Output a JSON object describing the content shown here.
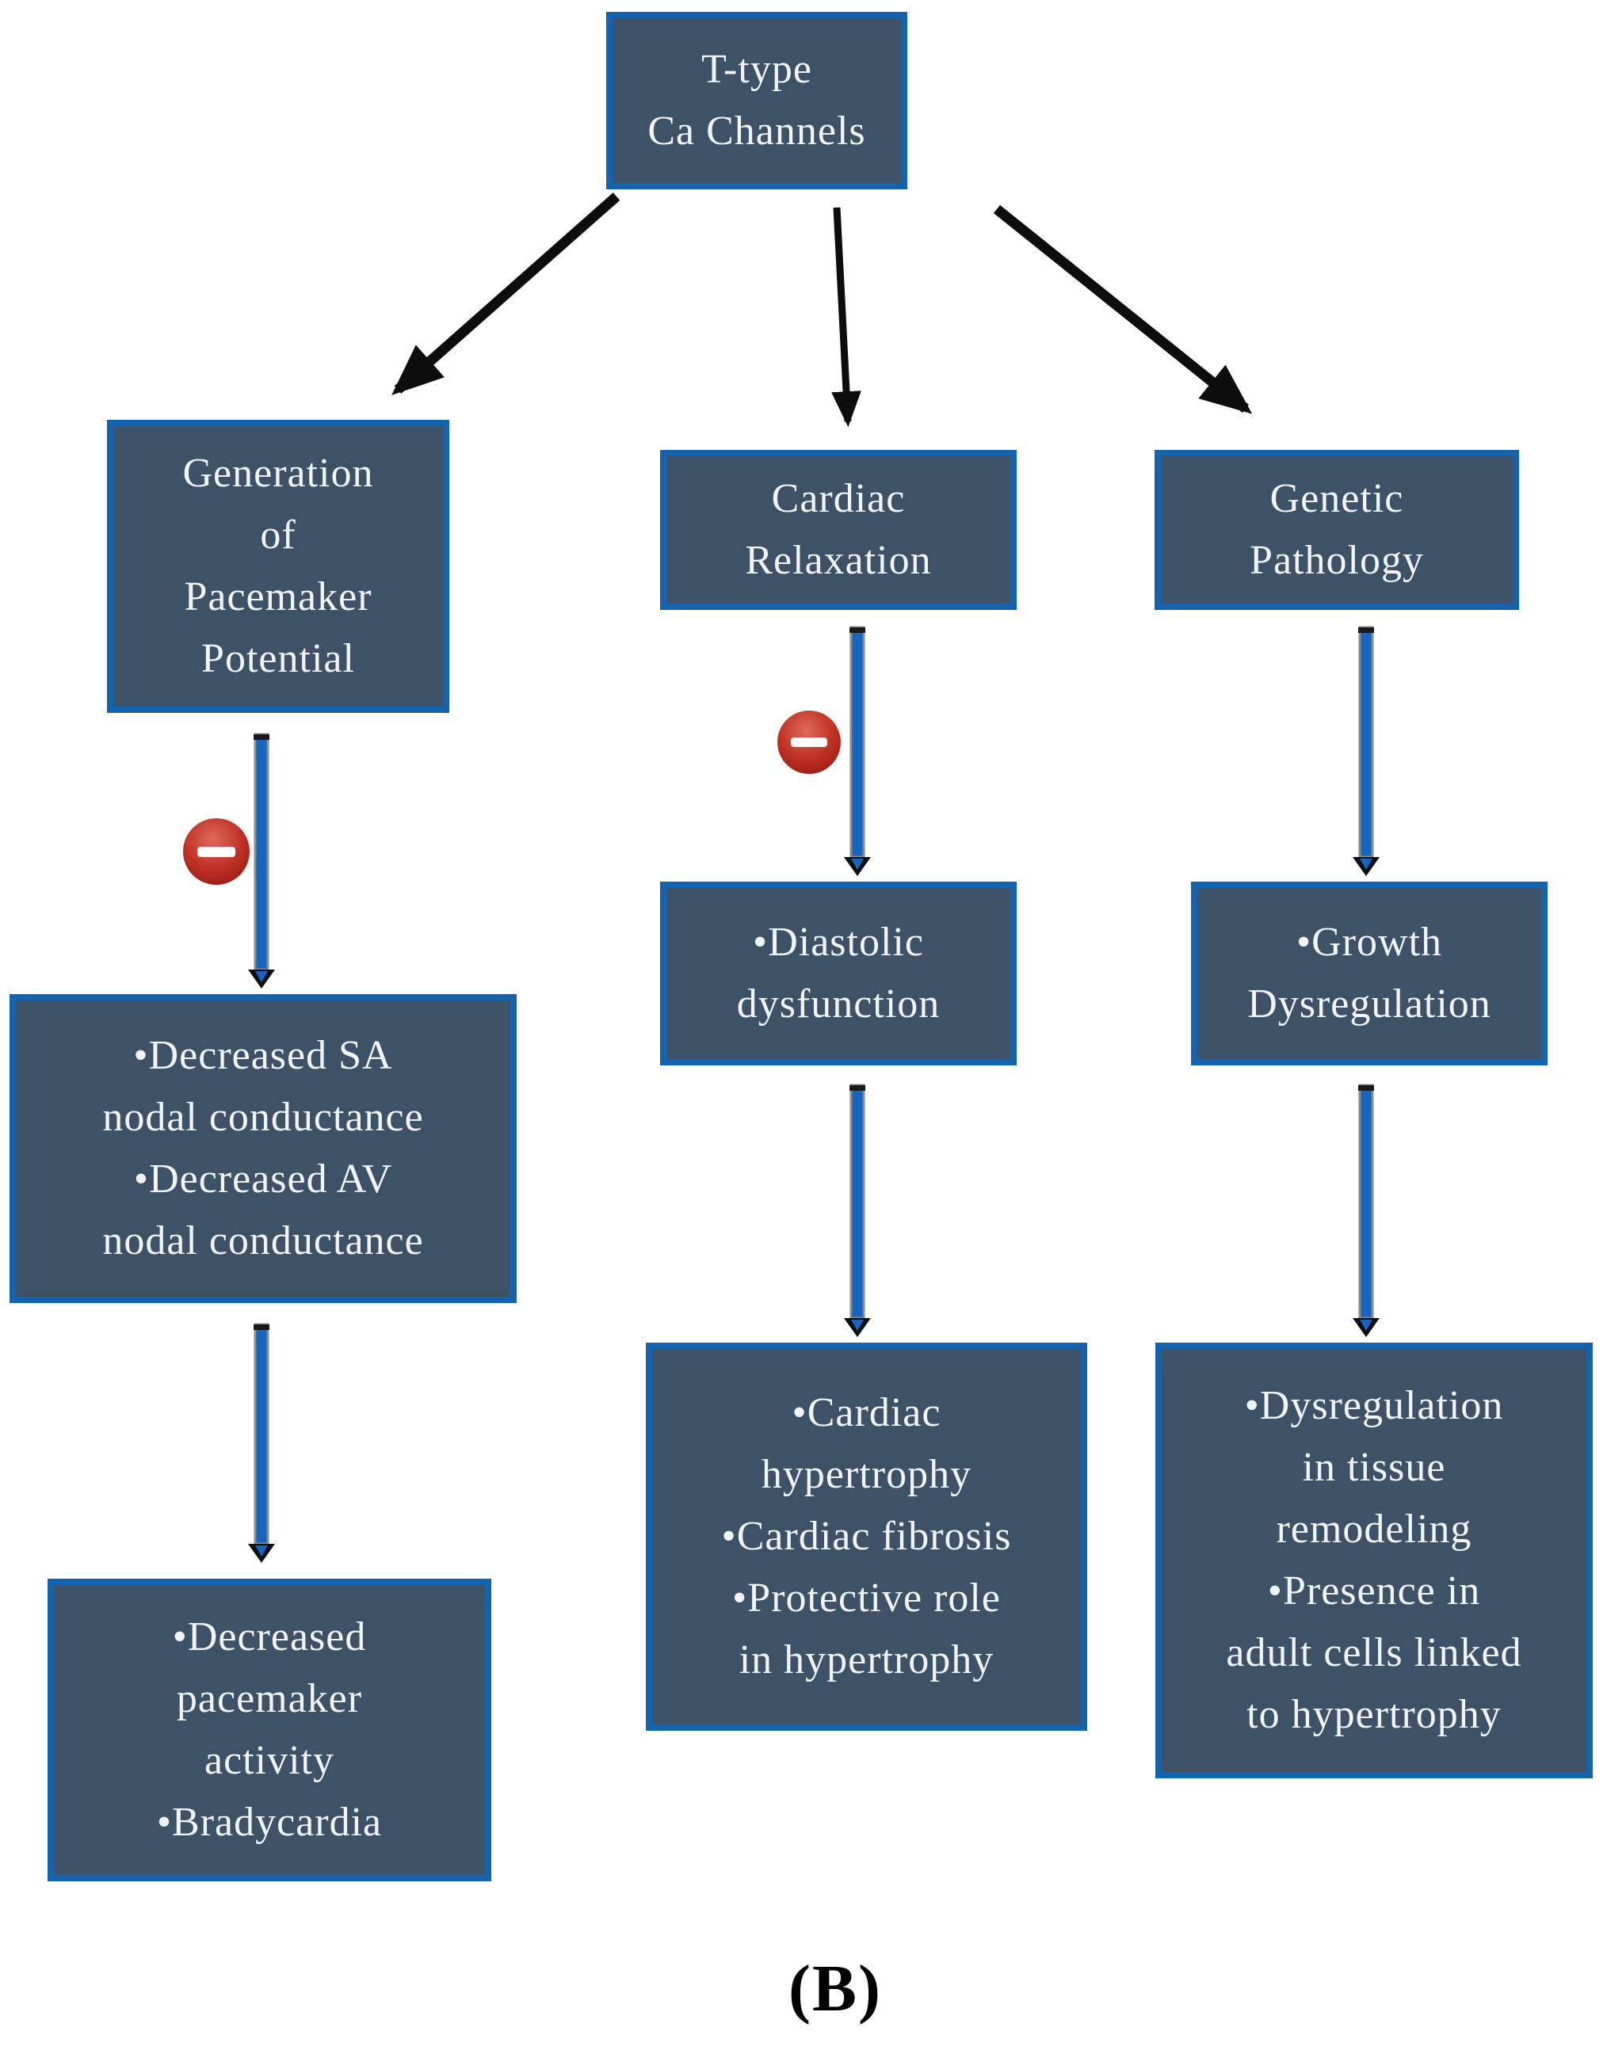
{
  "caption": "(B)",
  "root": {
    "lines": [
      "T-type",
      "Ca Channels"
    ]
  },
  "columns": [
    {
      "id": "pacemaker-potential",
      "header_lines": [
        "Generation",
        "of",
        "Pacemaker",
        "Potential"
      ],
      "inhibition_on_arrow": true,
      "mid_lines": [
        "•Decreased SA",
        "nodal conductance",
        "•Decreased AV",
        "nodal conductance"
      ],
      "outcome_lines": [
        "•Decreased",
        "pacemaker",
        "activity",
        "•Bradycardia"
      ]
    },
    {
      "id": "cardiac-relaxation",
      "header_lines": [
        "Cardiac",
        "Relaxation"
      ],
      "inhibition_on_arrow": true,
      "mid_lines": [
        "•Diastolic",
        "dysfunction"
      ],
      "outcome_lines": [
        "•Cardiac",
        "hypertrophy",
        "•Cardiac fibrosis",
        "•Protective role",
        "in hypertrophy"
      ]
    },
    {
      "id": "genetic-pathology",
      "header_lines": [
        "Genetic",
        "Pathology"
      ],
      "inhibition_on_arrow": false,
      "mid_lines": [
        "•Growth",
        "Dysregulation"
      ],
      "outcome_lines": [
        "•Dysregulation",
        "in tissue",
        "remodeling",
        "•Presence in",
        "adult cells linked",
        "to hypertrophy"
      ]
    }
  ],
  "icons": {
    "inhibition": "red-circle-minus"
  },
  "colors": {
    "background": "#ffffff",
    "node_fill": "#3e5267",
    "node_border": "#1463af",
    "node_text": "#f2f5f8",
    "flow_arrow_black": "#0d0d0d",
    "connector_blue": "#1565c0",
    "connector_outline": "#8a8a8a",
    "inhibition_red": "#c13426",
    "inhibition_red_light": "#de6a5b",
    "inhibition_red_dark": "#9a1a12",
    "minus_bar": "#ffffff",
    "caption_text": "#000000"
  }
}
